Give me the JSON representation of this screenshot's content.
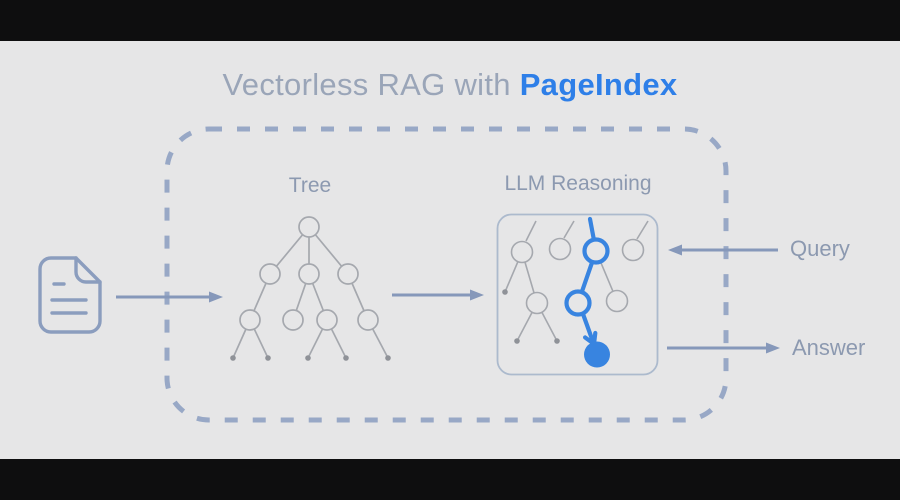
{
  "title": {
    "prefix": "Vectorless RAG with",
    "brand": "PageIndex"
  },
  "labels": {
    "tree": "Tree",
    "llm": "LLM Reasoning",
    "query": "Query",
    "answer": "Answer"
  },
  "icons": {
    "document": "document-icon",
    "arrow_right": "arrow-right-icon",
    "arrow_left": "arrow-left-icon"
  },
  "colors": {
    "letterbox": "#0e0e0f",
    "background": "#e6e6e7",
    "brand_blue": "#2e7fe8",
    "accent_blue": "#3884e0",
    "title_gray": "#9aa5b8",
    "label_gray": "#8c99b0",
    "arrow_slate": "#8698ba",
    "dash_border": "#98a8c6",
    "tree_line": "#a5a8ae",
    "tree_dot": "#8f9298",
    "llm_box_border": "#acbacd",
    "doc_icon": "#8b9dbe"
  }
}
